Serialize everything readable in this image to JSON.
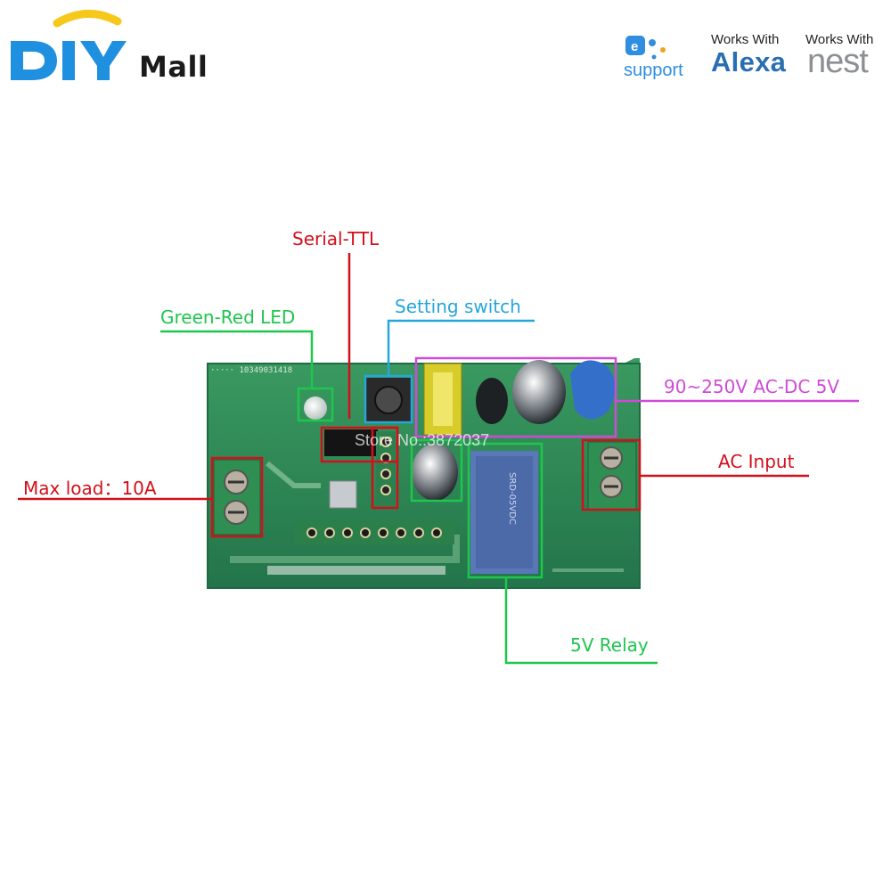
{
  "brand": {
    "logo_text": "DIY",
    "logo_sub": "Mall"
  },
  "badges": {
    "esupport": "support",
    "alexa_works": "Works With",
    "alexa_name": "Alexa",
    "nest_works": "Works With",
    "nest_name": "nest"
  },
  "callouts": {
    "serial_ttl": "Serial-TTL",
    "setting_switch": "Setting switch",
    "green_red_led": "Green-Red LED",
    "power_supply": "90~250V AC-DC 5V",
    "ac_input": "AC Input",
    "max_load": "Max load：10A",
    "relay": "5V Relay"
  },
  "watermark": "Store No.:3872037",
  "colors": {
    "red": "#d2101b",
    "green": "#1fc64e",
    "blue": "#26a6dc",
    "magenta": "#d04ad8",
    "pcb": "#2d8a52",
    "diy_blue": "#1f90e0",
    "diy_yellow": "#f6c81a"
  }
}
